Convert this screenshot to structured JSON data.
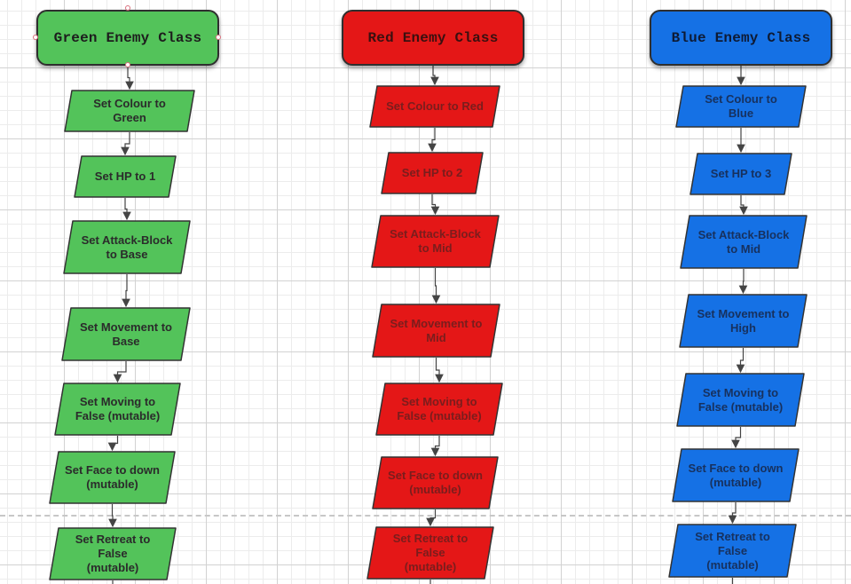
{
  "colors": {
    "green": "#53c35a",
    "red": "#e41717",
    "blue": "#1571e5",
    "stroke": "#333333",
    "arrow": "#444444",
    "grid_major": "#d2d2d2",
    "grid_minor": "#ececec"
  },
  "columns": [
    {
      "id": "green",
      "title": "Green Enemy Class",
      "steps": [
        {
          "lines": [
            "Set Colour to Green"
          ]
        },
        {
          "lines": [
            "Set HP to 1"
          ]
        },
        {
          "lines": [
            "Set Attack-Block",
            "to Base"
          ]
        },
        {
          "lines": [
            "Set Movement to",
            "Base"
          ]
        },
        {
          "lines": [
            "Set Moving to",
            "False (mutable)"
          ]
        },
        {
          "lines": [
            "Set Face to down",
            "(mutable)"
          ]
        },
        {
          "lines": [
            "Set Retreat to False",
            "(mutable)"
          ]
        }
      ]
    },
    {
      "id": "red",
      "title": "Red Enemy Class",
      "steps": [
        {
          "lines": [
            "Set Colour to Red"
          ]
        },
        {
          "lines": [
            "Set HP to 2"
          ]
        },
        {
          "lines": [
            "Set Attack-Block",
            "to Mid"
          ]
        },
        {
          "lines": [
            "Set Movement to",
            "Mid"
          ]
        },
        {
          "lines": [
            "Set Moving to",
            "False (mutable)"
          ]
        },
        {
          "lines": [
            "Set Face to down",
            "(mutable)"
          ]
        },
        {
          "lines": [
            "Set Retreat to False",
            "(mutable)"
          ]
        }
      ]
    },
    {
      "id": "blue",
      "title": "Blue Enemy Class",
      "steps": [
        {
          "lines": [
            "Set Colour to Blue"
          ]
        },
        {
          "lines": [
            "Set HP to 3"
          ]
        },
        {
          "lines": [
            "Set Attack-Block",
            "to Mid"
          ]
        },
        {
          "lines": [
            "Set Movement to",
            "High"
          ]
        },
        {
          "lines": [
            "Set Moving to",
            "False (mutable)"
          ]
        },
        {
          "lines": [
            "Set Face to down",
            "(mutable)"
          ]
        },
        {
          "lines": [
            "Set Retreat to False",
            "(mutable)"
          ]
        }
      ]
    }
  ]
}
